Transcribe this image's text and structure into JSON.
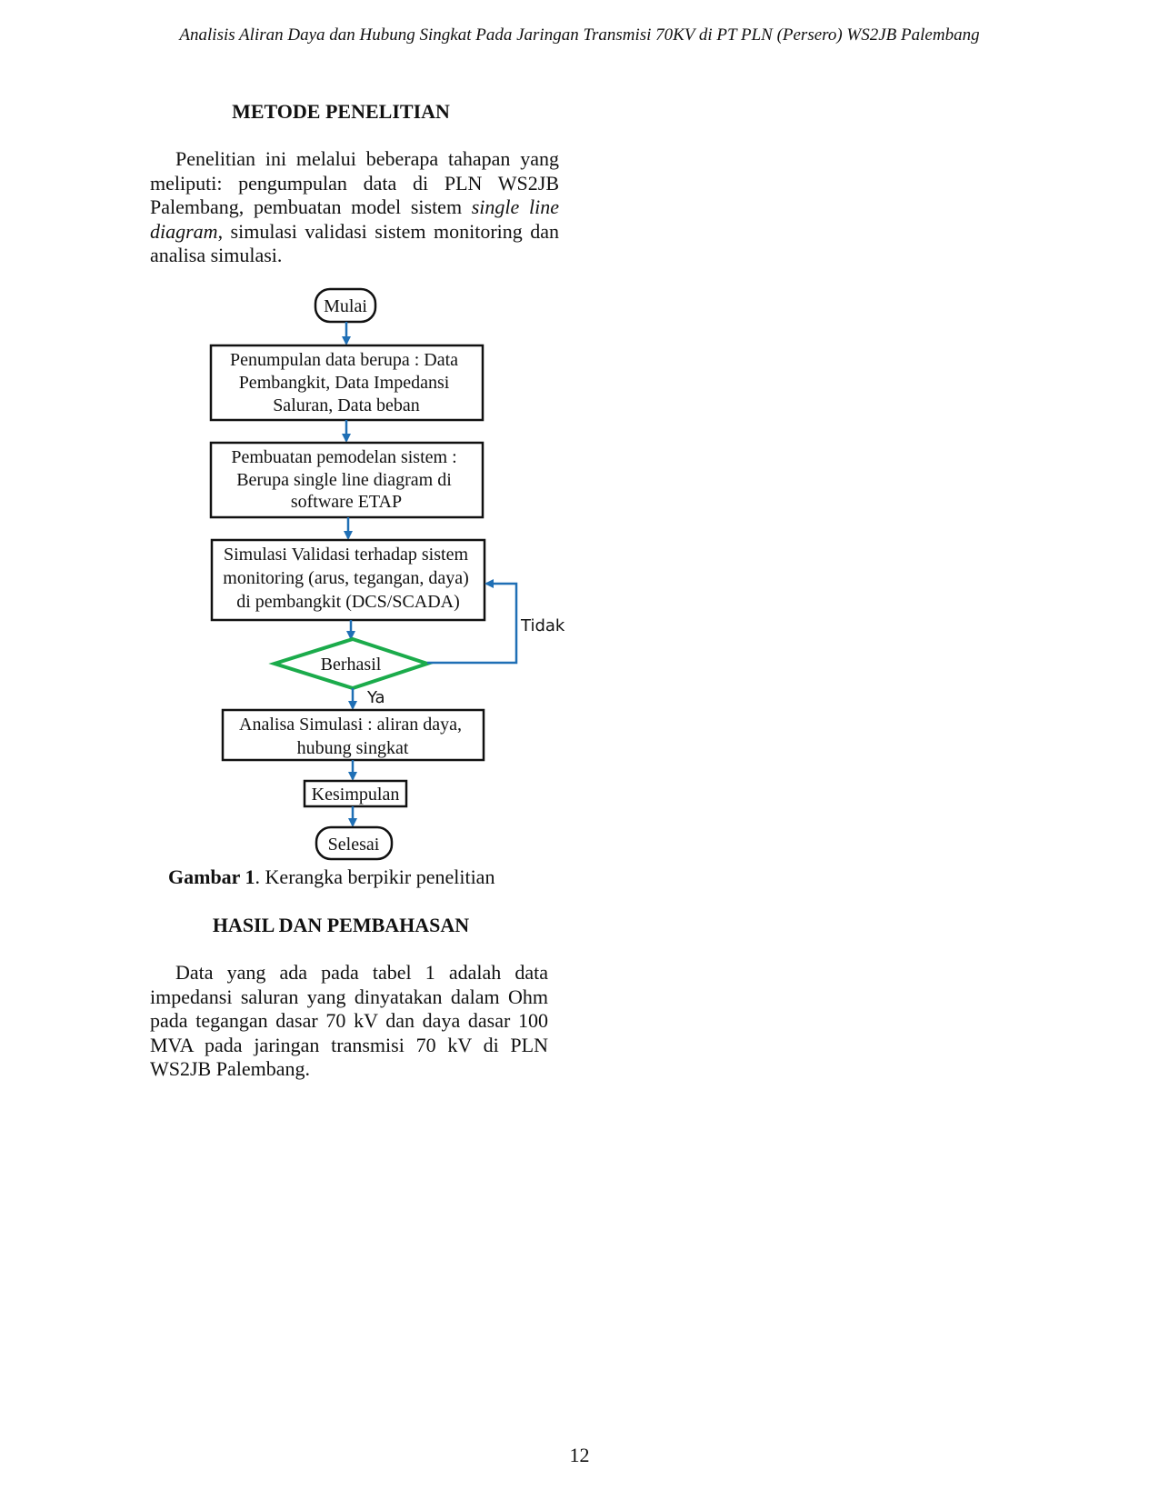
{
  "header": {
    "running_title": "Analisis Aliran Daya dan Hubung Singkat Pada Jaringan Transmisi 70KV di PT PLN (Persero) WS2JB Palembang"
  },
  "section1": {
    "heading": "METODE PENELITIAN",
    "para_a": "Penelitian ini melalui beberapa tahapan yang meliputi: pengumpulan data di PLN WS2JB Palembang, pembuatan model sistem ",
    "para_italic1": "single line diagram",
    "para_b": ", simulasi validasi sistem monitoring dan analisa simulasi."
  },
  "flowchart": {
    "start": "Mulai",
    "step1": [
      "Penumpulan data berupa : Data",
      "Pembangkit, Data Impedansi",
      "Saluran, Data beban"
    ],
    "step2": [
      "Pembuatan pemodelan sistem :",
      "Berupa single line diagram di",
      "software ETAP"
    ],
    "step3": [
      "Simulasi Validasi terhadap sistem",
      "monitoring (arus, tegangan, daya)",
      "di pembangkit (DCS/SCADA)"
    ],
    "decision": "Berhasil",
    "no_label": "Tidak",
    "yes_label": "Ya",
    "step4": [
      "Analisa Simulasi : aliran daya,",
      "hubung singkat"
    ],
    "step5": "Kesimpulan",
    "end": "Selesai",
    "arrow_color": "#1f6fb5",
    "decision_color": "#1bab4b"
  },
  "caption": {
    "label": "Gambar 1",
    "text": ". Kerangka berpikir penelitian"
  },
  "section2": {
    "heading": "HASIL DAN PEMBAHASAN",
    "paragraph": "Data yang ada pada tabel 1 adalah data impedansi saluran yang dinyatakan dalam Ohm pada tegangan dasar 70 kV dan daya dasar 100 MVA pada jaringan transmisi 70 kV di PLN WS2JB Palembang."
  },
  "page_number": "12"
}
